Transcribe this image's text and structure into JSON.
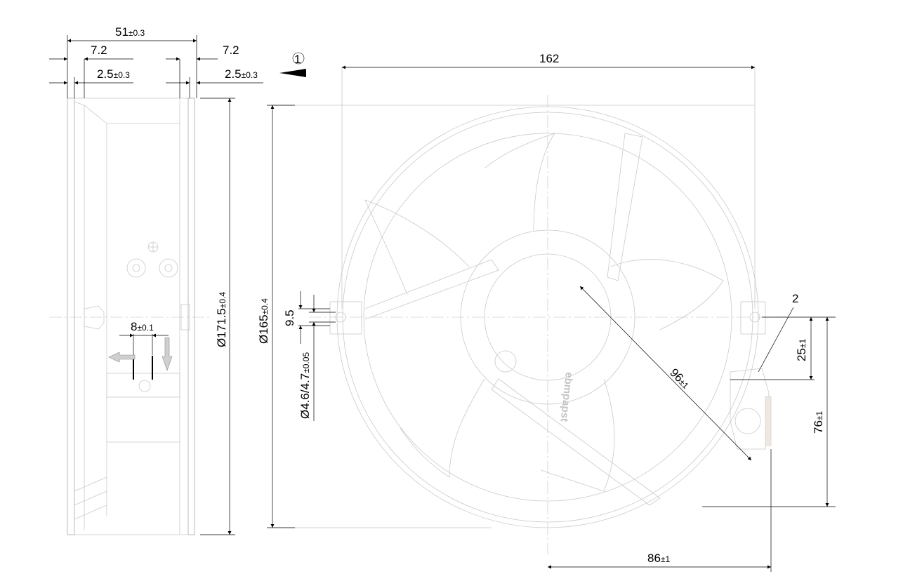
{
  "dimensions": {
    "width_total": "51",
    "width_total_tol": "±0.3",
    "flange_left": "7.2",
    "flange_right": "7.2",
    "lip_left": "2.5",
    "lip_left_tol": "±0.3",
    "lip_right": "2.5",
    "lip_right_tol": "±0.3",
    "height_outer": "Ø171.5",
    "height_outer_tol": "±0.4",
    "pin_spacing": "8",
    "pin_spacing_tol": "±0.1",
    "diameter": "Ø165",
    "diameter_tol": "±0.4",
    "span": "162",
    "slot_height": "9.5",
    "hole_diameter": "Ø4.6/4.7",
    "hole_diameter_tol": "±0.05",
    "radius": "96",
    "radius_tol": "±1",
    "conn_offset": "25",
    "conn_offset_tol": "±1",
    "conn_height": "76",
    "conn_height_tol": "±1",
    "center_to_edge": "86",
    "center_to_edge_tol": "±1"
  },
  "callouts": {
    "airflow_marker": "1",
    "connector_marker": "2"
  },
  "brand_logo": "ebmpapst"
}
